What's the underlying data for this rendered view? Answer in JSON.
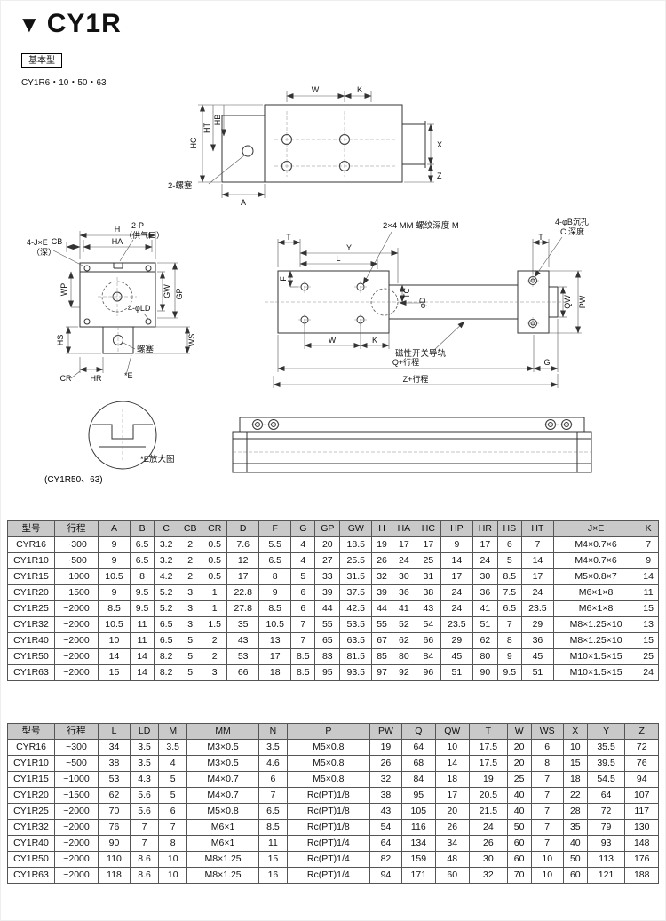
{
  "header": {
    "marker": "▼",
    "title": "CY1R",
    "type_label": "基本型",
    "models": "CY1R6・10・50・63"
  },
  "drawings": {
    "top_view": {
      "w": "W",
      "k": "K",
      "hc": "HC",
      "ht": "HT",
      "hb": "HB",
      "x": "X",
      "z": "Z",
      "a": "A",
      "plug": "2-螺塞"
    },
    "front_view": {
      "h": "H",
      "ha": "HA",
      "cb": "CB",
      "jxe": "4-J×E",
      "jxe2": "（深）",
      "p": "2-P",
      "p2": "（供气口）",
      "wp": "WP",
      "gw": "GW",
      "gp": "GP",
      "ld": "4-φLD",
      "ws": "WS",
      "hs": "HS",
      "plug": "螺塞",
      "cr": "CR",
      "hr": "HR",
      "e": "*E"
    },
    "side_view": {
      "t": "T",
      "t2": "T",
      "y": "Y",
      "l": "L",
      "mm_note": "2×4 MM 螺纹深度 M",
      "b_note": "4-φB沉孔",
      "b_note2": "C 深度",
      "f": "F",
      "tc": "TC",
      "d": "φD",
      "qw": "QW",
      "pw": "PW",
      "w": "W",
      "k": "K",
      "rail_note": "磁性开关导轨",
      "q_stroke": "Q+行程",
      "g": "G",
      "z_stroke": "Z+行程"
    },
    "detail_view": {
      "caption": "*E放大图",
      "models": "(CY1R50、63)"
    }
  },
  "table1": {
    "headers": [
      "型号",
      "行程",
      "A",
      "B",
      "C",
      "CB",
      "CR",
      "D",
      "F",
      "G",
      "GP",
      "GW",
      "H",
      "HA",
      "HC",
      "HP",
      "HR",
      "HS",
      "HT",
      "J×E",
      "K"
    ],
    "rows": [
      [
        "CYR16",
        "~300",
        "9",
        "6.5",
        "3.2",
        "2",
        "0.5",
        "7.6",
        "5.5",
        "4",
        "20",
        "18.5",
        "19",
        "17",
        "17",
        "9",
        "17",
        "6",
        "7",
        "M4×0.7×6",
        "7"
      ],
      [
        "CY1R10",
        "~500",
        "9",
        "6.5",
        "3.2",
        "2",
        "0.5",
        "12",
        "6.5",
        "4",
        "27",
        "25.5",
        "26",
        "24",
        "25",
        "14",
        "24",
        "5",
        "14",
        "M4×0.7×6",
        "9"
      ],
      [
        "CY1R15",
        "~1000",
        "10.5",
        "8",
        "4.2",
        "2",
        "0.5",
        "17",
        "8",
        "5",
        "33",
        "31.5",
        "32",
        "30",
        "31",
        "17",
        "30",
        "8.5",
        "17",
        "M5×0.8×7",
        "14"
      ],
      [
        "CY1R20",
        "~1500",
        "9",
        "9.5",
        "5.2",
        "3",
        "1",
        "22.8",
        "9",
        "6",
        "39",
        "37.5",
        "39",
        "36",
        "38",
        "24",
        "36",
        "7.5",
        "24",
        "M6×1×8",
        "11"
      ],
      [
        "CY1R25",
        "~2000",
        "8.5",
        "9.5",
        "5.2",
        "3",
        "1",
        "27.8",
        "8.5",
        "6",
        "44",
        "42.5",
        "44",
        "41",
        "43",
        "24",
        "41",
        "6.5",
        "23.5",
        "M6×1×8",
        "15"
      ],
      [
        "CY1R32",
        "~2000",
        "10.5",
        "11",
        "6.5",
        "3",
        "1.5",
        "35",
        "10.5",
        "7",
        "55",
        "53.5",
        "55",
        "52",
        "54",
        "23.5",
        "51",
        "7",
        "29",
        "M8×1.25×10",
        "13"
      ],
      [
        "CY1R40",
        "~2000",
        "10",
        "11",
        "6.5",
        "5",
        "2",
        "43",
        "13",
        "7",
        "65",
        "63.5",
        "67",
        "62",
        "66",
        "29",
        "62",
        "8",
        "36",
        "M8×1.25×10",
        "15"
      ],
      [
        "CY1R50",
        "~2000",
        "14",
        "14",
        "8.2",
        "5",
        "2",
        "53",
        "17",
        "8.5",
        "83",
        "81.5",
        "85",
        "80",
        "84",
        "45",
        "80",
        "9",
        "45",
        "M10×1.5×15",
        "25"
      ],
      [
        "CY1R63",
        "~2000",
        "15",
        "14",
        "8.2",
        "5",
        "3",
        "66",
        "18",
        "8.5",
        "95",
        "93.5",
        "97",
        "92",
        "96",
        "51",
        "90",
        "9.5",
        "51",
        "M10×1.5×15",
        "24"
      ]
    ]
  },
  "table2": {
    "headers": [
      "型号",
      "行程",
      "L",
      "LD",
      "M",
      "MM",
      "N",
      "P",
      "PW",
      "Q",
      "QW",
      "T",
      "W",
      "WS",
      "X",
      "Y",
      "Z"
    ],
    "rows": [
      [
        "CYR16",
        "~300",
        "34",
        "3.5",
        "3.5",
        "M3×0.5",
        "3.5",
        "M5×0.8",
        "19",
        "64",
        "10",
        "17.5",
        "20",
        "6",
        "10",
        "35.5",
        "72"
      ],
      [
        "CY1R10",
        "~500",
        "38",
        "3.5",
        "4",
        "M3×0.5",
        "4.6",
        "M5×0.8",
        "26",
        "68",
        "14",
        "17.5",
        "20",
        "8",
        "15",
        "39.5",
        "76"
      ],
      [
        "CY1R15",
        "~1000",
        "53",
        "4.3",
        "5",
        "M4×0.7",
        "6",
        "M5×0.8",
        "32",
        "84",
        "18",
        "19",
        "25",
        "7",
        "18",
        "54.5",
        "94"
      ],
      [
        "CY1R20",
        "~1500",
        "62",
        "5.6",
        "5",
        "M4×0.7",
        "7",
        "Rc(PT)1/8",
        "38",
        "95",
        "17",
        "20.5",
        "40",
        "7",
        "22",
        "64",
        "107"
      ],
      [
        "CY1R25",
        "~2000",
        "70",
        "5.6",
        "6",
        "M5×0.8",
        "6.5",
        "Rc(PT)1/8",
        "43",
        "105",
        "20",
        "21.5",
        "40",
        "7",
        "28",
        "72",
        "117"
      ],
      [
        "CY1R32",
        "~2000",
        "76",
        "7",
        "7",
        "M6×1",
        "8.5",
        "Rc(PT)1/8",
        "54",
        "116",
        "26",
        "24",
        "50",
        "7",
        "35",
        "79",
        "130"
      ],
      [
        "CY1R40",
        "~2000",
        "90",
        "7",
        "8",
        "M6×1",
        "11",
        "Rc(PT)1/4",
        "64",
        "134",
        "34",
        "26",
        "60",
        "7",
        "40",
        "93",
        "148"
      ],
      [
        "CY1R50",
        "~2000",
        "110",
        "8.6",
        "10",
        "M8×1.25",
        "15",
        "Rc(PT)1/4",
        "82",
        "159",
        "48",
        "30",
        "60",
        "10",
        "50",
        "113",
        "176"
      ],
      [
        "CY1R63",
        "~2000",
        "118",
        "8.6",
        "10",
        "M8×1.25",
        "16",
        "Rc(PT)1/4",
        "94",
        "171",
        "60",
        "32",
        "70",
        "10",
        "60",
        "121",
        "188"
      ]
    ]
  }
}
